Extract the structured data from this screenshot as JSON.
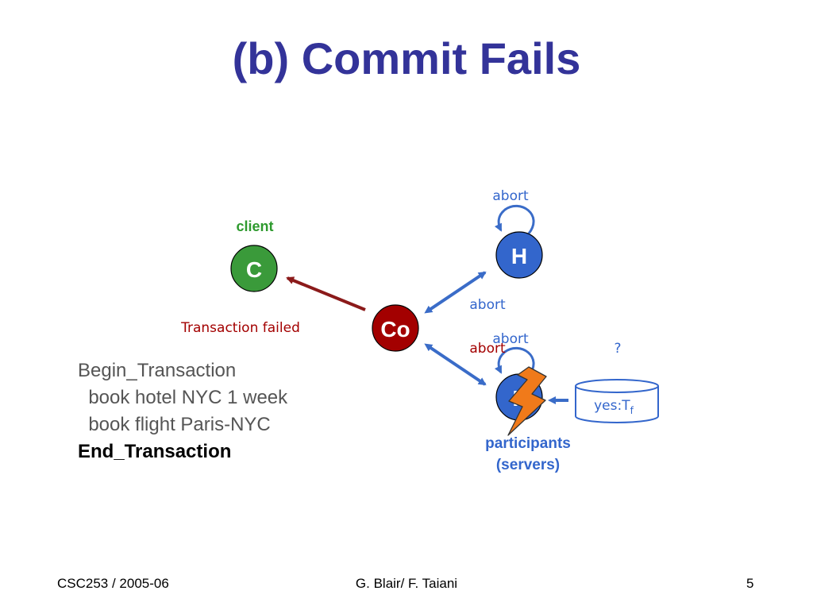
{
  "slide": {
    "title": "(b) Commit Fails"
  },
  "nodes": {
    "client": {
      "letter": "C",
      "role_label": "client",
      "color": "#3a9a3a"
    },
    "coordinator": {
      "letter": "Co",
      "color": "#a30000"
    },
    "hotel": {
      "letter": "H",
      "color": "#3366cc"
    },
    "flight": {
      "letter": "F",
      "color": "#3366cc"
    }
  },
  "messages": {
    "transaction_failed": "Transaction failed",
    "abort_hotel_self": "abort",
    "abort_to_hotel": "abort",
    "abort_flight_self": "abort",
    "abort_to_flight": "abort",
    "unknown": "?",
    "log_entry_main": "yes:T",
    "log_entry_sub": "f"
  },
  "participants_label": [
    "participants",
    "(servers)"
  ],
  "code_lines": [
    "Begin_Transaction",
    "  book hotel NYC 1 week",
    "  book flight Paris-NYC",
    "End_Transaction"
  ],
  "footer": {
    "course": "CSC253 / 2005-06",
    "authors": "G. Blair/ F. Taiani",
    "page_number": "5"
  },
  "colors": {
    "title": "#333399",
    "client_green": "#3a9a3a",
    "coordinator_red": "#a30000",
    "participant_blue": "#3366cc",
    "failure_orange": "#f07a1a"
  },
  "icons": {
    "failure": "lightning-bolt-icon",
    "storage": "database-cylinder-icon"
  }
}
